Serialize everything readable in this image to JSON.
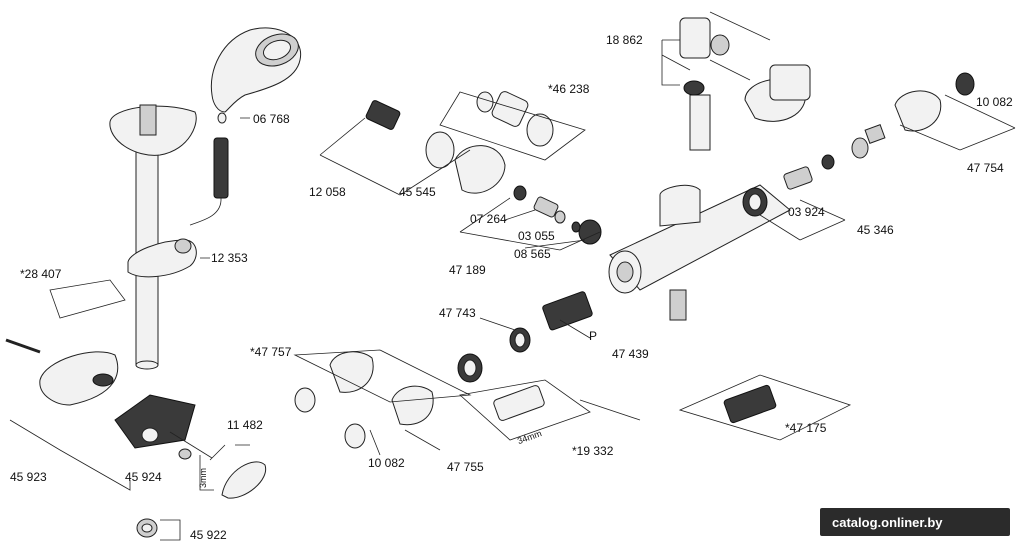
{
  "labels": {
    "p18862": "18 862",
    "p10082_top": "10 082",
    "p46238": "*46 238",
    "p06768": "06 768",
    "p47754": "47 754",
    "p12058": "12 058",
    "p45545": "45 545",
    "p03924": "03 924",
    "p07264": "07 264",
    "p03055": "03 055",
    "p45346": "45 346",
    "p47189": "47 189",
    "p08565": "08 565",
    "p12353": "12 353",
    "p28407": "*28 407",
    "p47743": "47 743",
    "pP": "P",
    "p47439": "47 439",
    "p47757": "*47 757",
    "p11482": "11 482",
    "p47175": "*47 175",
    "p34mm": "34mm",
    "p19332": "*19 332",
    "p10082_bot": "10 082",
    "p47755": "47 755",
    "p45923": "45 923",
    "p45924": "45 924",
    "p3mm": "3mm",
    "p45922": "45 922"
  },
  "watermark": "catalog.onliner.by"
}
